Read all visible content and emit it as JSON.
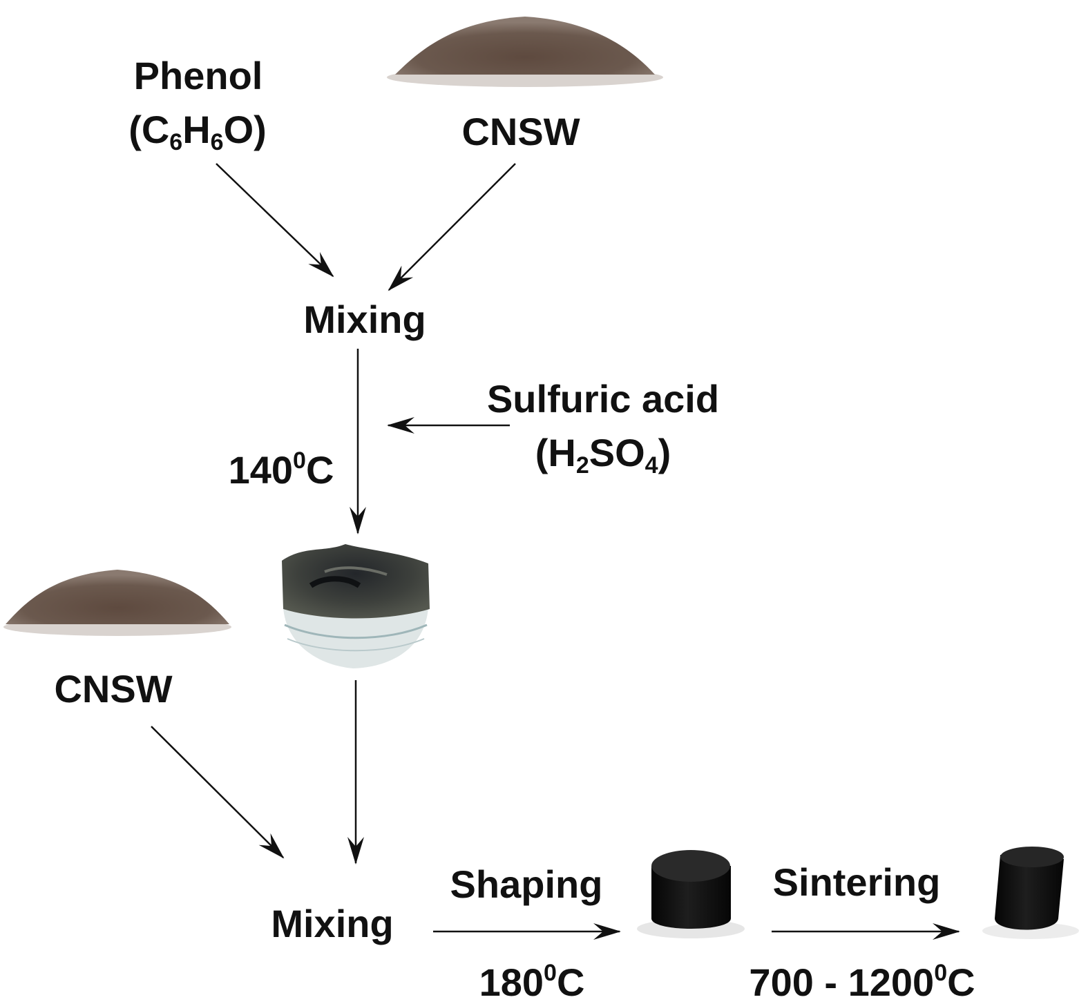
{
  "labels": {
    "phenol_name": "Phenol",
    "phenol_formula": {
      "open": "(C",
      "s1": "6",
      "mid": "H",
      "s2": "6",
      "close": "O)"
    },
    "cnsw_top": "CNSW",
    "mixing_1": "Mixing",
    "sulfuric_name": "Sulfuric acid",
    "sulfuric_formula": {
      "open": "(H",
      "s1": "2",
      "mid": "SO",
      "s2": "4",
      "close": ")"
    },
    "temp_1": {
      "value": "140",
      "sup": "0",
      "unit": "C"
    },
    "cnsw_left": "CNSW",
    "mixing_2": "Mixing",
    "shaping": "Shaping",
    "temp_2": {
      "value": "180",
      "sup": "0",
      "unit": "C"
    },
    "sintering": "Sintering",
    "temp_3": {
      "value": "700 - 1200",
      "sup": "0",
      "unit": "C"
    }
  },
  "colors": {
    "text": "#111111",
    "arrow": "#111111",
    "powder": "#5e4a3f",
    "paste": "#3d403c",
    "pellet": "#0b0b0b"
  },
  "icons": {
    "powder_top": "powder-pile-image",
    "paste": "paste-in-bowl-image",
    "powder_left": "powder-pile-image",
    "pellet_shaped": "pellet-image",
    "pellet_sintered": "sintered-pellet-image"
  }
}
